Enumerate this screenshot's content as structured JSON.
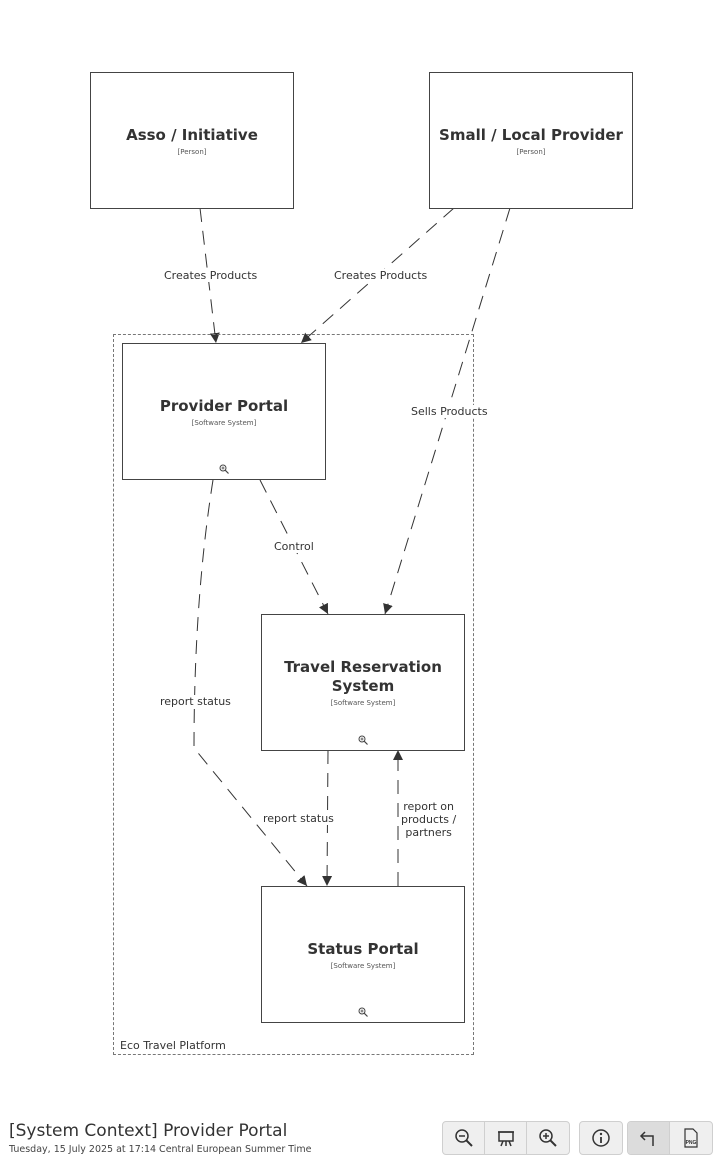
{
  "boundary": {
    "label": "Eco Travel Platform"
  },
  "nodes": {
    "asso": {
      "title": "Asso / Initiative",
      "type": "[Person]"
    },
    "local": {
      "title": "Small / Local Provider",
      "type": "[Person]"
    },
    "provider_portal": {
      "title": "Provider Portal",
      "type": "[Software System]"
    },
    "travel": {
      "title": "Travel Reservation System",
      "type": "[Software System]"
    },
    "status": {
      "title": "Status Portal",
      "type": "[Software System]"
    }
  },
  "edges": {
    "asso_creates": "Creates Products",
    "local_creates": "Creates Products",
    "sells": "Sells Products",
    "control": "Control",
    "report_status_left": "report status",
    "report_status_mid": "report status",
    "report_on": "report on\nproducts /\npartners"
  },
  "footer": {
    "title": "[System Context] Provider Portal",
    "date": "Tuesday, 15 July 2025 at 17:14 Central European Summer Time"
  },
  "colors": {
    "line": "#333333",
    "border": "#444444",
    "toolbar": "#efefef"
  },
  "toolbar": {
    "zoom_out": "zoom-out-icon",
    "fit": "presentation-icon",
    "zoom_in": "zoom-in-icon",
    "info": "info-icon",
    "back": "back-arrow-icon",
    "png": "png-export-icon"
  }
}
